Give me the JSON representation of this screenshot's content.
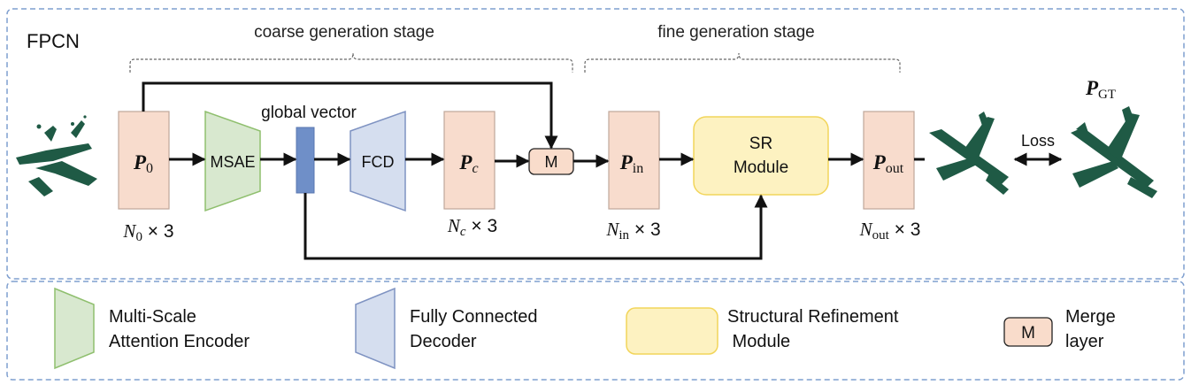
{
  "framework": {
    "name": "FPCN",
    "stages": {
      "coarse": "coarse generation stage",
      "fine": "fine generation stage"
    }
  },
  "blocks": {
    "p0": {
      "symbol": "P",
      "sub": "0",
      "dim_symbol": "N",
      "dim_sub": "0",
      "dim_rest": " × 3"
    },
    "msae": {
      "label": "MSAE"
    },
    "global_vector": {
      "label": "global vector"
    },
    "fcd": {
      "label": "FCD"
    },
    "pc": {
      "symbol": "P",
      "sub": "c",
      "dim_symbol": "N",
      "dim_sub": "c",
      "dim_rest": " × 3"
    },
    "merge": {
      "label": "M"
    },
    "pin": {
      "symbol": "P",
      "sub": "in",
      "dim_symbol": "N",
      "dim_sub": "in",
      "dim_rest": " × 3"
    },
    "sr": {
      "line1": "SR",
      "line2": "Module"
    },
    "pout": {
      "symbol": "P",
      "sub": "out",
      "dim_symbol": "N",
      "dim_sub": "out",
      "dim_rest": " × 3"
    },
    "loss": {
      "label": "Loss"
    },
    "pgt": {
      "symbol": "P",
      "sub": "GT"
    }
  },
  "legend": {
    "msae": {
      "line1": "Multi-Scale",
      "line2": "Attention Encoder"
    },
    "fcd": {
      "line1": "Fully Connected",
      "line2": "Decoder"
    },
    "sr": {
      "line1": "Structural Refinement",
      "line2": " Module"
    },
    "merge": {
      "icon": "M",
      "line1": "Merge",
      "line2": "layer"
    }
  },
  "colors": {
    "points": "#f8dccd",
    "points_border": "#bfa79a",
    "msae_fill": "#d8e8cf",
    "msae_border": "#8fbf6e",
    "fcd_fill": "#d5deef",
    "fcd_border": "#7f93c2",
    "sr_fill": "#fdf2c1",
    "sr_border": "#f2d55a",
    "vector": "#6f8fc8",
    "merge_fill": "#f9dccb",
    "frame": "#7f9fcf",
    "airplane": "#1f5a45"
  }
}
